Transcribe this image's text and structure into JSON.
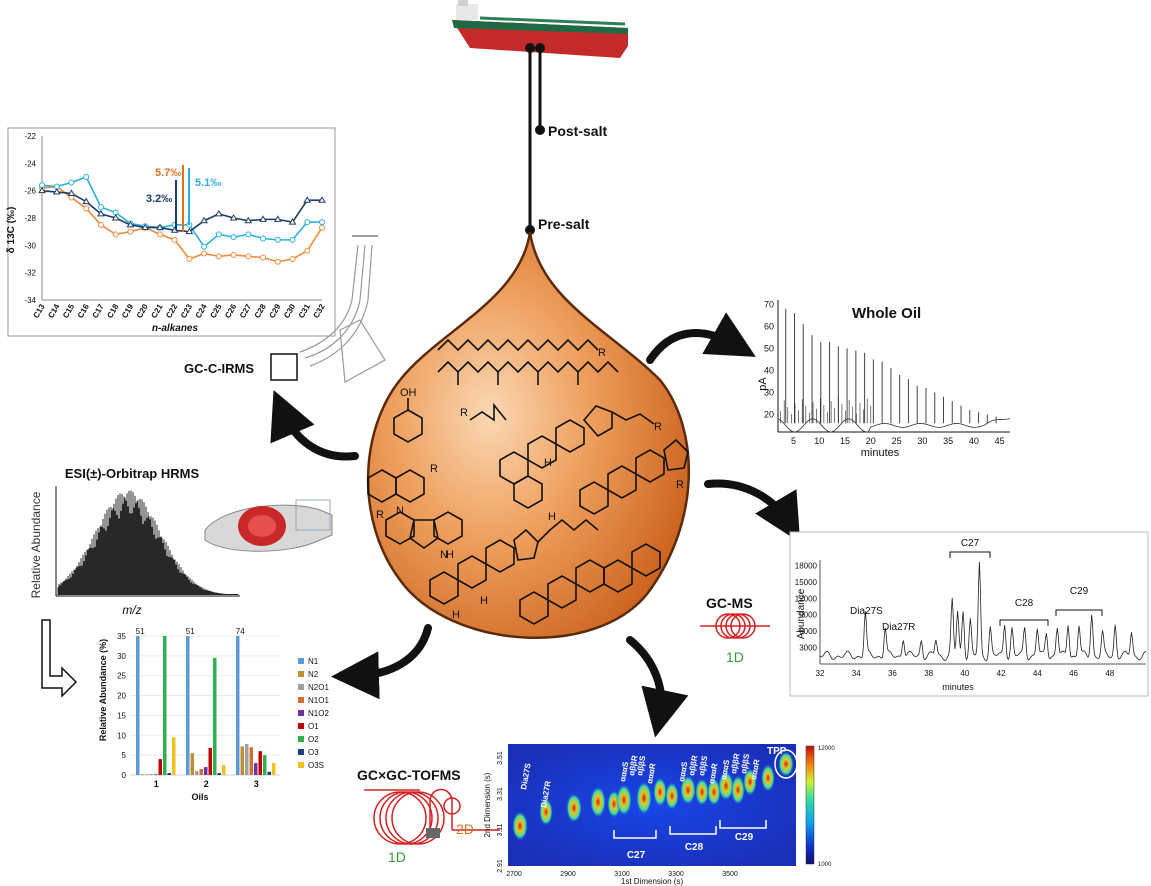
{
  "labels": {
    "post_salt": "Post-salt",
    "pre_salt": "Pre-salt",
    "gc_c_irms": "GC-C-IRMS",
    "whole_oil": "Whole Oil",
    "esi": "ESI(±)-Orbitrap HRMS",
    "gc_ms": "GC-MS",
    "gcxgc": "GC×GC-TOFMS",
    "one_d": "1D",
    "two_d": "2D",
    "one_d_b": "1D"
  },
  "colors": {
    "drop_light": "#f6c89a",
    "drop_dark": "#c8621c",
    "orange": "#f08a3c",
    "cyan": "#2ab0e0",
    "navy": "#1e3c66",
    "coil_red": "#d42020",
    "green_text": "#3a9a3a",
    "orange_text": "#d07a20"
  },
  "irms": {
    "ylabel": "δ 13C (‰)",
    "xlabel": "n-alkanes",
    "annotations": [
      "5.7‰",
      "5.1‰",
      "3.2‰"
    ],
    "chart_data": {
      "type": "line",
      "categories": [
        "C13",
        "C14",
        "C15",
        "C16",
        "C17",
        "C18",
        "C19",
        "C20",
        "C21",
        "C22",
        "C23",
        "C24",
        "C25",
        "C26",
        "C27",
        "C28",
        "C29",
        "C30",
        "C31",
        "C32"
      ],
      "ylim": [
        -34,
        -22
      ],
      "yticks": [
        -22,
        -24,
        -26,
        -28,
        -30,
        -32,
        -34
      ],
      "series": [
        {
          "color": "#f08a3c",
          "values": [
            -25.8,
            -25.7,
            -26.5,
            -27.3,
            -28.5,
            -29.2,
            -29.0,
            -28.7,
            -29.2,
            -29.6,
            -31.0,
            -30.6,
            -30.8,
            -30.7,
            -30.8,
            -30.9,
            -31.2,
            -31.0,
            -30.4,
            -28.7
          ]
        },
        {
          "color": "#2ab0e0",
          "values": [
            -25.6,
            -25.7,
            -25.4,
            -25.0,
            -27.2,
            -27.6,
            -28.4,
            -28.6,
            -28.7,
            -28.5,
            -28.5,
            -30.1,
            -29.2,
            -29.4,
            -29.2,
            -29.5,
            -29.6,
            -29.6,
            -28.3,
            -28.3
          ]
        },
        {
          "color": "#1e3c66",
          "values": [
            -26.0,
            -26.1,
            -26.2,
            -26.8,
            -27.7,
            -28.0,
            -28.5,
            -28.7,
            -28.7,
            -28.9,
            -29.0,
            -28.2,
            -27.7,
            -28.0,
            -28.2,
            -28.1,
            -28.1,
            -28.3,
            -26.7,
            -26.7
          ]
        }
      ]
    }
  },
  "whole_oil": {
    "ylabel": "pA",
    "xlabel": "minutes",
    "yticks": [
      "70",
      "60",
      "50",
      "40",
      "30",
      "20"
    ],
    "xticks": [
      "5",
      "10",
      "15",
      "20",
      "25",
      "30",
      "35",
      "40",
      "45"
    ],
    "chart_data": {
      "type": "line",
      "xlim": [
        2,
        47
      ],
      "ylim": [
        12,
        72
      ],
      "peaks_x": [
        3.5,
        5.2,
        6.9,
        8.6,
        10.3,
        12.0,
        13.7,
        15.4,
        17.1,
        18.8,
        20.5,
        22.2,
        23.9,
        25.6,
        27.3,
        29.0,
        30.7,
        32.4,
        34.1,
        35.8,
        37.5,
        39.2,
        40.9,
        42.6,
        44.3
      ],
      "peaks_y": [
        68,
        66,
        61,
        56,
        53,
        53,
        51,
        50,
        49,
        48,
        45,
        44,
        41,
        38,
        36,
        33,
        32,
        30,
        28,
        26,
        24,
        22,
        21,
        20,
        19
      ]
    }
  },
  "gcms": {
    "ylabel": "Abundance",
    "xlabel": "minutes",
    "yticks": [
      "18000",
      "15000",
      "12000",
      "9000",
      "6000",
      "3000"
    ],
    "xticks": [
      "32",
      "34",
      "36",
      "38",
      "40",
      "42",
      "44",
      "46",
      "48"
    ],
    "groups": [
      "C27",
      "C28",
      "C29"
    ],
    "peaks": [
      "Dia27S",
      "Dia27R"
    ],
    "chart_data": {
      "type": "line",
      "xlim": [
        32,
        50
      ],
      "ylim": [
        0,
        19000
      ],
      "peak_x": [
        34.5,
        35.6,
        36.6,
        37.6,
        38.4,
        39.3,
        39.6,
        39.9,
        40.3,
        40.8,
        41.4,
        42.2,
        42.6,
        43.3,
        44.0,
        44.5,
        45.1,
        45.7,
        46.3,
        47.0,
        47.6,
        48.3,
        49.2
      ],
      "peak_y": [
        9500,
        6800,
        5000,
        4600,
        4400,
        11500,
        9500,
        10000,
        8000,
        18200,
        6800,
        7500,
        6500,
        6800,
        6500,
        6000,
        6800,
        7600,
        7200,
        9300,
        5500,
        7300,
        6000
      ]
    }
  },
  "esi": {
    "ylabel": "Relative Abundance",
    "xlabel": "m/z"
  },
  "bars": {
    "ylabel": "Relative Abundance (%)",
    "xlabel": "Oils",
    "yticks": [
      "35",
      "30",
      "25",
      "20",
      "15",
      "10",
      "5",
      "0"
    ],
    "legend": [
      "N1",
      "N2",
      "N2O1",
      "N1O1",
      "N1O2",
      "O1",
      "O2",
      "O3",
      "O3S"
    ],
    "top_labels": [
      "51",
      "51",
      "74"
    ],
    "chart_data": {
      "type": "bar",
      "categories": [
        "1",
        "2",
        "3"
      ],
      "ylim": [
        0,
        35
      ],
      "series": [
        {
          "name": "N1",
          "color": "#5b9bd5",
          "values": [
            51,
            51,
            74
          ]
        },
        {
          "name": "N2",
          "color": "#c09030",
          "values": [
            0.2,
            5.5,
            7.2
          ]
        },
        {
          "name": "N2O1",
          "color": "#a0a0a0",
          "values": [
            0.2,
            1.0,
            7.8
          ]
        },
        {
          "name": "N1O1",
          "color": "#d07030",
          "values": [
            0.2,
            1.5,
            7.0
          ]
        },
        {
          "name": "N1O2",
          "color": "#7030a0",
          "values": [
            0.2,
            2.0,
            3.0
          ]
        },
        {
          "name": "O1",
          "color": "#c00000",
          "values": [
            4.0,
            6.8,
            6.0
          ]
        },
        {
          "name": "O2",
          "color": "#30b050",
          "values": [
            35,
            29.5,
            5.0
          ]
        },
        {
          "name": "O3",
          "color": "#1f3c88",
          "values": [
            0.5,
            0.5,
            0.8
          ]
        },
        {
          "name": "O3S",
          "color": "#f0c020",
          "values": [
            9.5,
            2.5,
            3.0
          ]
        }
      ]
    }
  },
  "gcxgc": {
    "xlabel": "1st Dimension (s)",
    "ylabel": "2nd Dimension (s)",
    "xticks": [
      "2700",
      "2900",
      "3100",
      "3300",
      "3500"
    ],
    "yticks": [
      "3.51",
      "3.31",
      "3.11",
      "2.91"
    ],
    "colorbar": [
      "12000",
      "1000"
    ],
    "groups": [
      "C27",
      "C28",
      "C29"
    ],
    "peak_labels": [
      "Dia27S",
      "Dia27R",
      "αααS",
      "αββR",
      "αββS",
      "αααR",
      "αααS",
      "αββR",
      "αββS",
      "αααR",
      "αααS",
      "αββR",
      "αββS",
      "αααR"
    ],
    "tpp": "TPP"
  },
  "molecule_labels": [
    "R",
    "R",
    "R",
    "R",
    "OH",
    "H",
    "N",
    "N",
    "H",
    "R",
    "R",
    "H",
    "H",
    "H"
  ]
}
